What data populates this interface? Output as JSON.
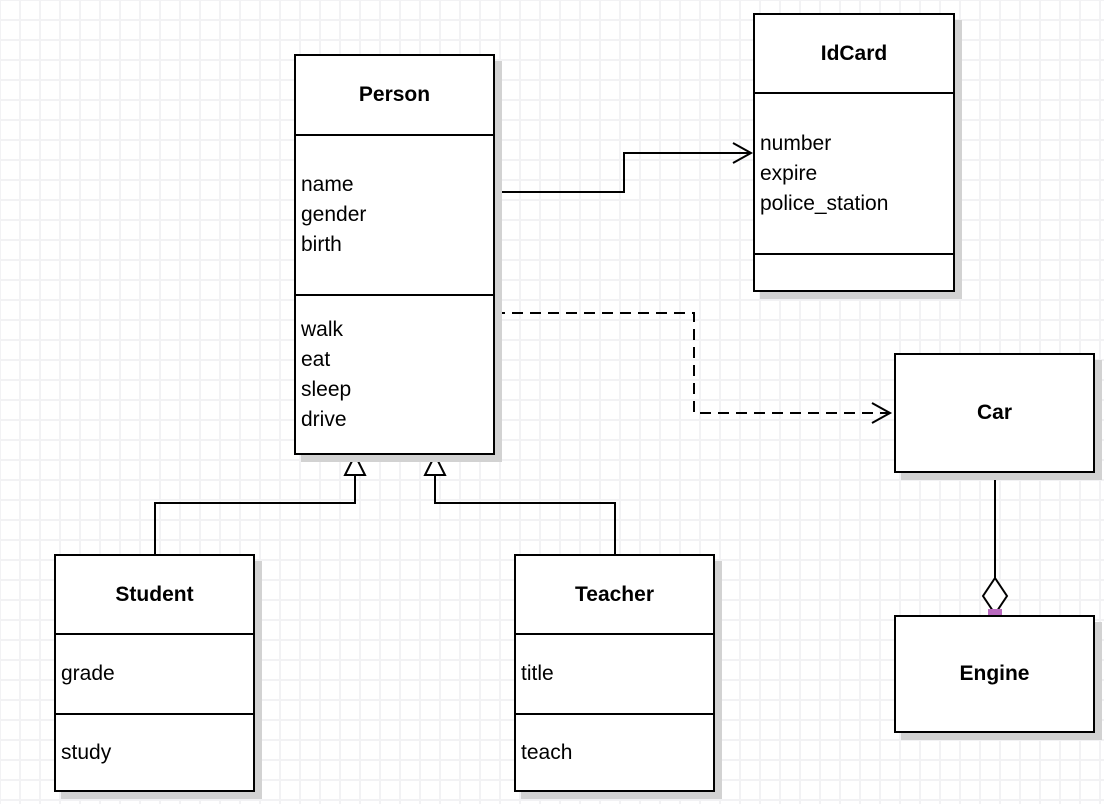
{
  "diagram": {
    "type": "uml-class-diagram",
    "classes": {
      "person": {
        "title": "Person",
        "attributes": [
          "name",
          "gender",
          "birth"
        ],
        "methods": [
          "walk",
          "eat",
          "sleep",
          "drive"
        ]
      },
      "idcard": {
        "title": "IdCard",
        "attributes": [
          "number",
          "expire",
          "police_station"
        ],
        "methods": []
      },
      "student": {
        "title": "Student",
        "attributes": [
          "grade"
        ],
        "methods": [
          "study"
        ]
      },
      "teacher": {
        "title": "Teacher",
        "attributes": [
          "title"
        ],
        "methods": [
          "teach"
        ]
      },
      "car": {
        "title": "Car"
      },
      "engine": {
        "title": "Engine"
      }
    },
    "relationships": [
      {
        "from": "Person",
        "to": "IdCard",
        "type": "association",
        "line": "solid",
        "arrow": "open"
      },
      {
        "from": "Person",
        "to": "Car",
        "type": "dependency",
        "line": "dashed",
        "arrow": "open"
      },
      {
        "from": "Student",
        "to": "Person",
        "type": "generalization",
        "line": "solid",
        "arrow": "hollow-triangle"
      },
      {
        "from": "Teacher",
        "to": "Person",
        "type": "generalization",
        "line": "solid",
        "arrow": "hollow-triangle"
      },
      {
        "from": "Car",
        "to": "Engine",
        "type": "aggregation",
        "line": "solid",
        "arrow": "hollow-diamond"
      }
    ],
    "colors": {
      "stroke": "#000000",
      "box_fill": "#ffffff",
      "shadow": "#d2d2d2",
      "grid_line": "#f2f2f4",
      "endpoint_handle": "#b969be"
    }
  }
}
